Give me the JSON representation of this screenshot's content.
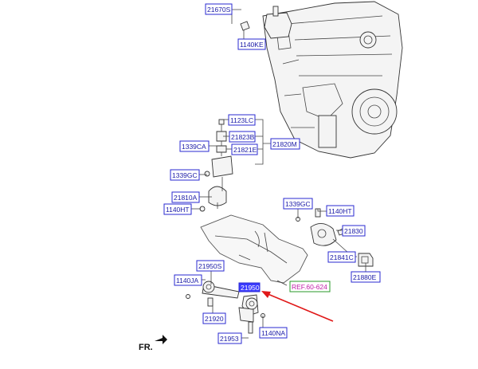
{
  "diagram": {
    "labels": {
      "p21670S": "21670S",
      "p1140KE": "1140KE",
      "p1123LC": "1123LC",
      "p21823B": "21823B",
      "p1339CA": "1339CA",
      "p21821E": "21821E",
      "p21820M": "21820M",
      "p1339GC_left": "1339GC",
      "p21810A": "21810A",
      "p1140HT_left": "1140HT",
      "p1339GC_right": "1339GC",
      "p1140HT_right": "1140HT",
      "p21830": "21830",
      "p21841C": "21841C",
      "p21880E": "21880E",
      "p21950S": "21950S",
      "p1140JA": "1140JA",
      "p21950": "21950",
      "p21920": "21920",
      "p1140NA": "1140NA",
      "p21953": "21953"
    },
    "reference": "REF.60-624",
    "direction_marker": "FR.",
    "highlight_color": "#3b3bff",
    "arrow_color": "#e01818",
    "label_color": "#1a1aa6"
  }
}
